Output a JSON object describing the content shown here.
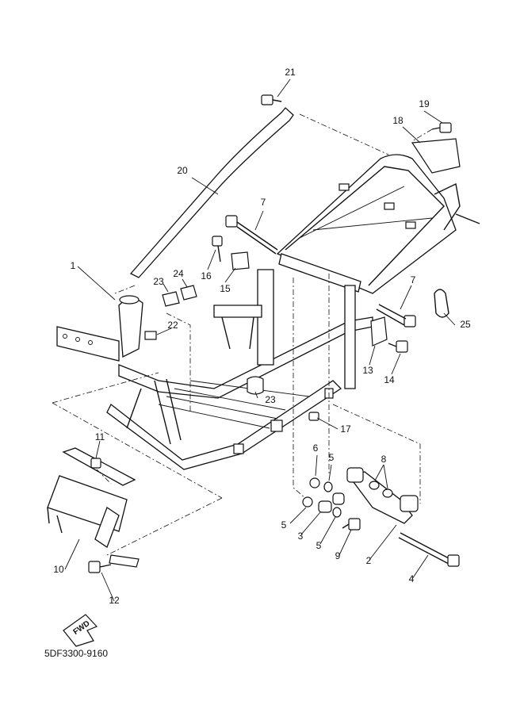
{
  "diagram_code": "5DF3300-9160",
  "fwd_label": "FWD",
  "callouts": [
    "1",
    "2",
    "3",
    "4",
    "5",
    "5",
    "5",
    "6",
    "7",
    "7",
    "8",
    "9",
    "10",
    "11",
    "12",
    "13",
    "14",
    "15",
    "16",
    "17",
    "18",
    "19",
    "20",
    "21",
    "22",
    "23",
    "23",
    "24",
    "25"
  ]
}
